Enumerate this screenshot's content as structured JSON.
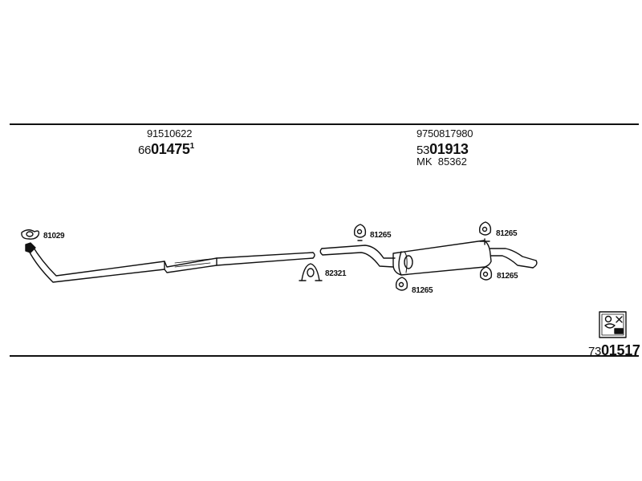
{
  "left_part": {
    "oe_number": "91510622",
    "code_prefix": "66",
    "code_main": "01475",
    "code_suffix": "1"
  },
  "right_part": {
    "oe_number": "9750817980",
    "code_prefix": "53",
    "code_main": "01913",
    "mk_prefix": "MK",
    "mk_number": "85362"
  },
  "component_labels": {
    "gasket_left": "81029",
    "clamp_middle": "82321",
    "hanger_top_left": "81265",
    "hanger_bottom_left": "81265",
    "hanger_top_right": "81265",
    "hanger_bottom_right": "81265"
  },
  "kit": {
    "icon": "mounting-kit-icon",
    "code_prefix": "73",
    "code_main": "01517"
  },
  "colors": {
    "line": "#111111",
    "background": "#ffffff"
  }
}
